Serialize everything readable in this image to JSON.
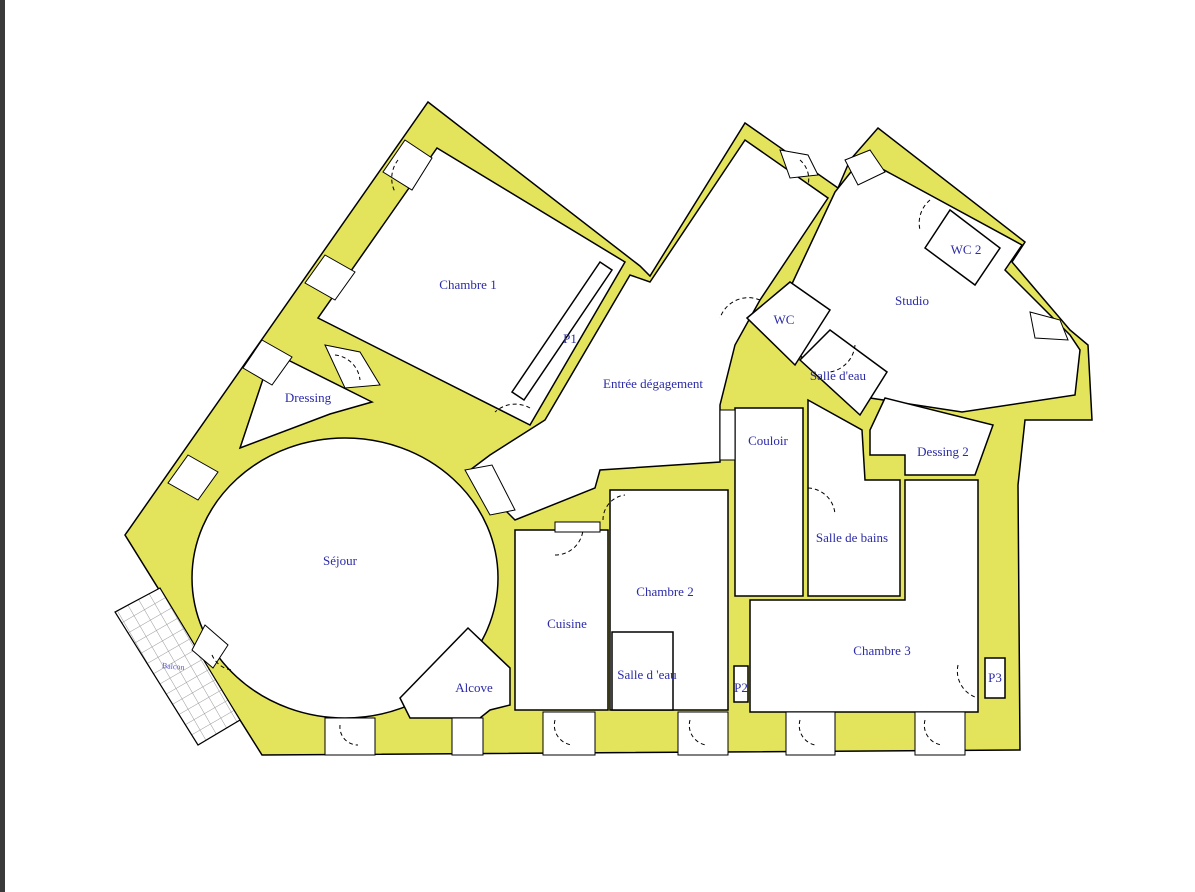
{
  "plan": {
    "wall_color": "#e4e45c",
    "label_color": "#2b2ba8",
    "rooms": {
      "chambre1": "Chambre 1",
      "p1": "P1",
      "dressing": "Dressing",
      "sejour": "Séjour",
      "balcon": "Balcon",
      "entree": "Entrée dégagement",
      "wc": "WC",
      "wc2": "WC 2",
      "studio": "Studio",
      "salle_eau_1": "Salle d'eau",
      "dessing2": "Dessing 2",
      "couloir": "Couloir",
      "salle_bains": "Salle de bains",
      "chambre2": "Chambre 2",
      "salle_eau_2": "Salle d 'eau",
      "cuisine": "Cuisine",
      "alcove": "Alcove",
      "chambre3": "Chambre 3",
      "p2": "P2",
      "p3": "P3"
    }
  }
}
